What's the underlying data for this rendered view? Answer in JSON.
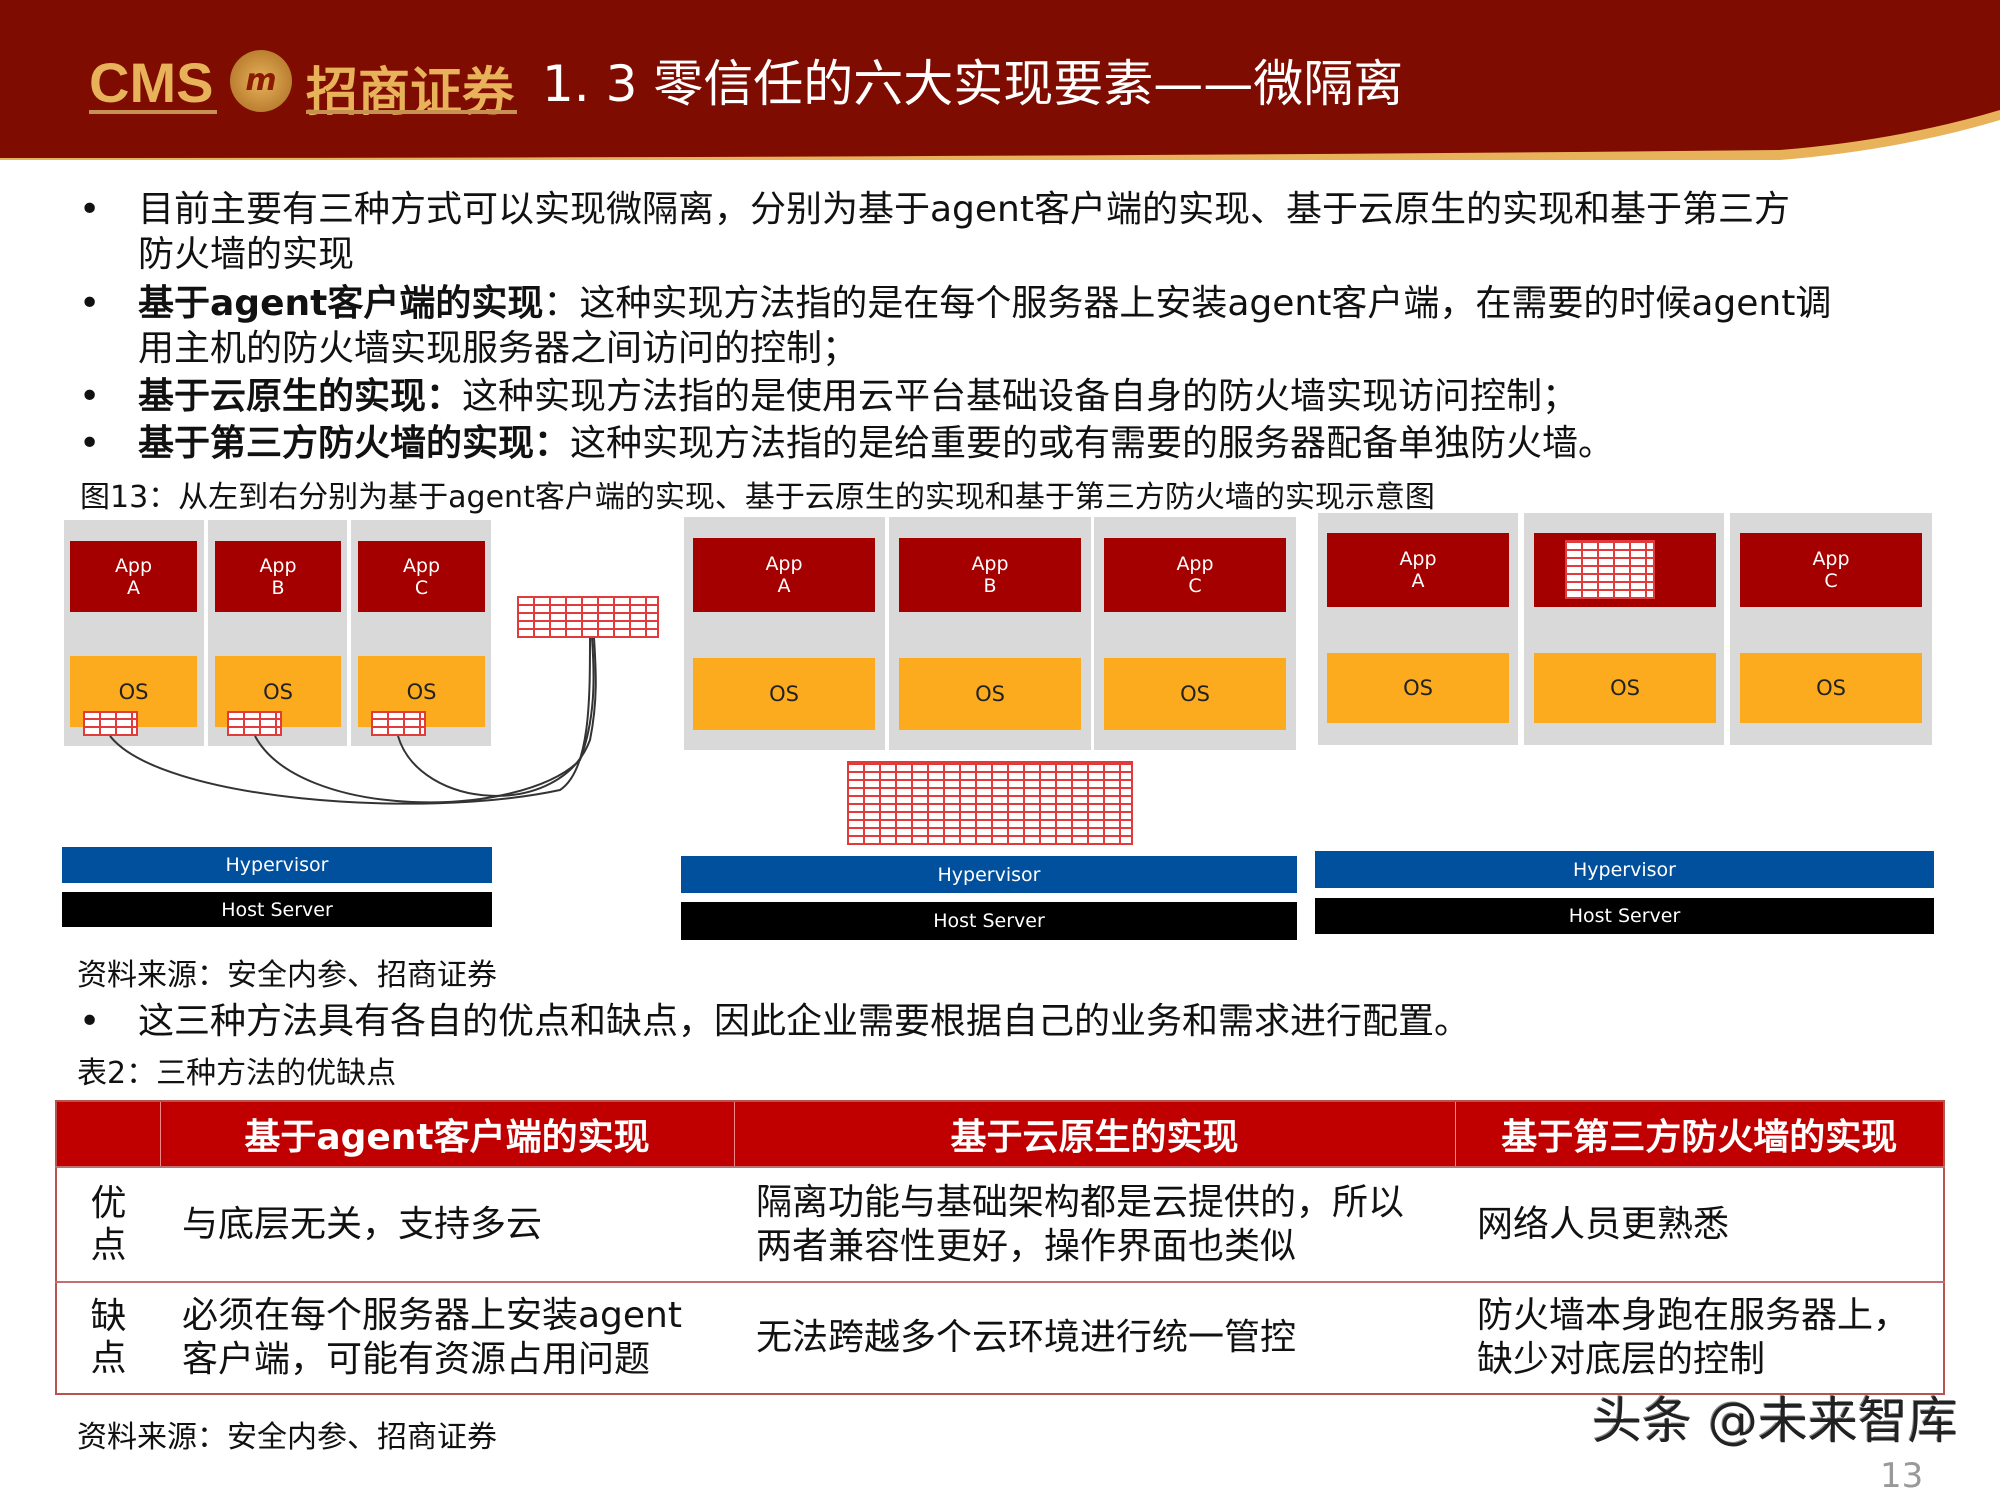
{
  "header": {
    "logo_latin": "CMS",
    "logo_chinese": "招商证券",
    "title": "1. 3  零信任的六大实现要素——微隔离",
    "colors": {
      "band": "#7f0c00",
      "gold": "#e7b25a"
    }
  },
  "bullets": [
    {
      "bold": "",
      "text": "目前主要有三种方式可以实现微隔离，分别为基于agent客户端的实现、基于云原生的实现和基于第三方",
      "cont": "防火墙的实现"
    },
    {
      "bold": "基于agent客户端的实现",
      "text": "：这种实现方法指的是在每个服务器上安装agent客户端，在需要的时候agent调",
      "cont": "用主机的防火墙实现服务器之间访问的控制；"
    },
    {
      "bold": "基于云原生的实现：",
      "text": "这种实现方法指的是使用云平台基础设备自身的防火墙实现访问控制；",
      "cont": ""
    },
    {
      "bold": "基于第三方防火墙的实现：",
      "text": "这种实现方法指的是给重要的或有需要的服务器配备单独防火墙。",
      "cont": ""
    }
  ],
  "figure_caption": "图13：从左到右分别为基于agent客户端的实现、基于云原生的实现和基于第三方防火墙的实现示意图",
  "diagram": {
    "apps": [
      {
        "l1": "App",
        "l2": "A"
      },
      {
        "l1": "App",
        "l2": "B"
      },
      {
        "l1": "App",
        "l2": "C"
      }
    ],
    "os": "OS",
    "hypervisor": "Hypervisor",
    "host": "Host Server"
  },
  "source1": "资料来源：安全内参、招商证券",
  "bullet5": "这三种方法具有各自的优点和缺点，因此企业需要根据自己的业务和需求进行配置。",
  "table_caption": "表2：三种方法的优缺点",
  "table": {
    "headers": [
      "",
      "基于agent客户端的实现",
      "基于云原生的实现",
      "基于第三方防火墙的实现"
    ],
    "rows": [
      {
        "label": "优点",
        "cells": [
          "与底层无关，支持多云",
          "隔离功能与基础架构都是云提供的，所以两者兼容性更好，操作界面也类似",
          "网络人员更熟悉"
        ]
      },
      {
        "label": "缺点",
        "cells": [
          "必须在每个服务器上安装agent客户端，可能有资源占用问题",
          "无法跨越多个云环境进行统一管控",
          "防火墙本身跑在服务器上，缺少对底层的控制"
        ]
      }
    ]
  },
  "source2": "资料来源：安全内参、招商证券",
  "watermark": "头条 @未来智库",
  "page_number": "13"
}
